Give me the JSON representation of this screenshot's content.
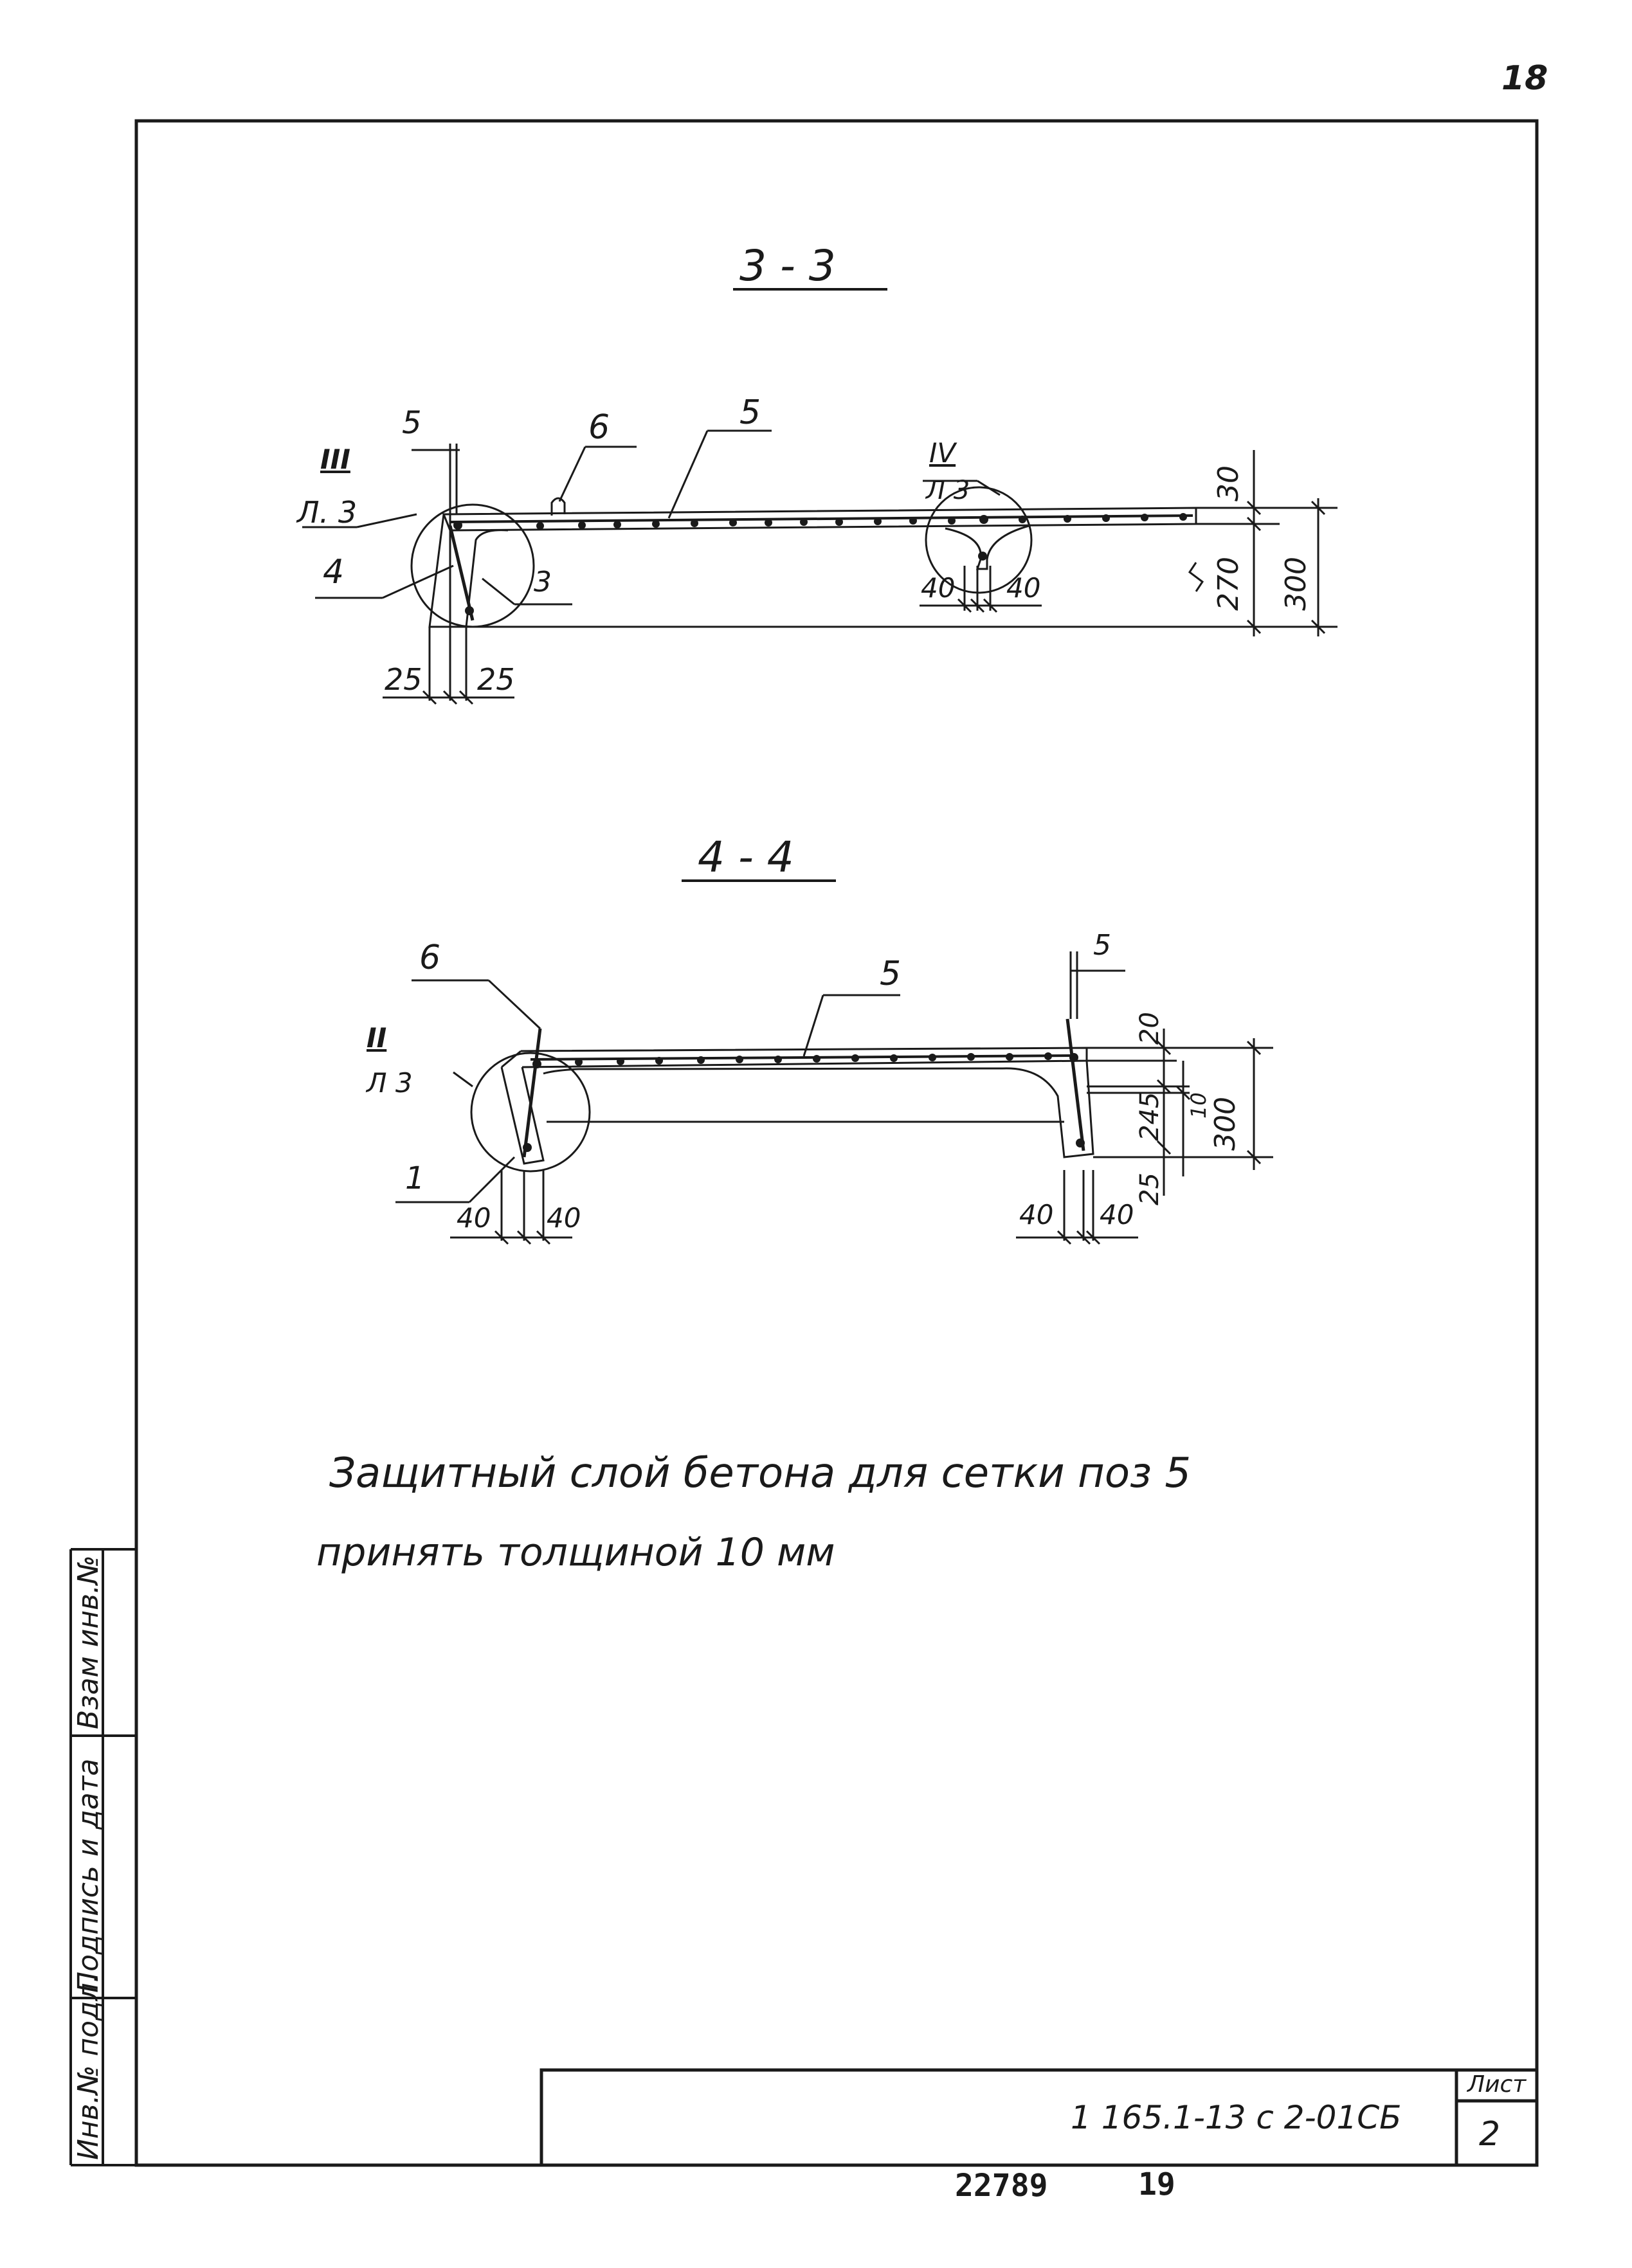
{
  "page_number_top": "18",
  "sections": {
    "s33": {
      "title": "3 - 3",
      "labels": {
        "five_left": "5",
        "six": "6",
        "five_mid": "5",
        "callout_III_top": "III",
        "callout_III_bottom": "Л. 3",
        "callout_IV_top": "IV",
        "callout_IV_bottom": "Л 3",
        "four": "4",
        "three": "3"
      },
      "dims": {
        "d25a": "25",
        "d25b": "25",
        "d40a": "40",
        "d40b": "40",
        "d30": "30",
        "d270": "270",
        "d300": "300"
      }
    },
    "s44": {
      "title": "4 - 4",
      "labels": {
        "six": "6",
        "five_mid": "5",
        "five_right": "5",
        "callout_II_top": "II",
        "callout_II_bottom": "Л 3",
        "one": "1"
      },
      "dims": {
        "d40a": "40",
        "d40b": "40",
        "d40c": "40",
        "d40d": "40",
        "d20": "20",
        "d245": "245",
        "d10": "10",
        "d25": "25",
        "d300": "300"
      }
    }
  },
  "note": {
    "line1": "Защитный слой бетона для сетки поз 5",
    "line2": "принять толщиной 10 мм"
  },
  "side_stamp": {
    "inv_podl": "Инв.№ подл.",
    "podpis": "Подпись и дата",
    "vzam": "Взам инв.№"
  },
  "title_block": {
    "code": "1 165.1-13 с 2-01СБ",
    "list_label": "Лист",
    "list_number": "2"
  },
  "bottom_numbers": {
    "left": "22789",
    "right": "19"
  }
}
